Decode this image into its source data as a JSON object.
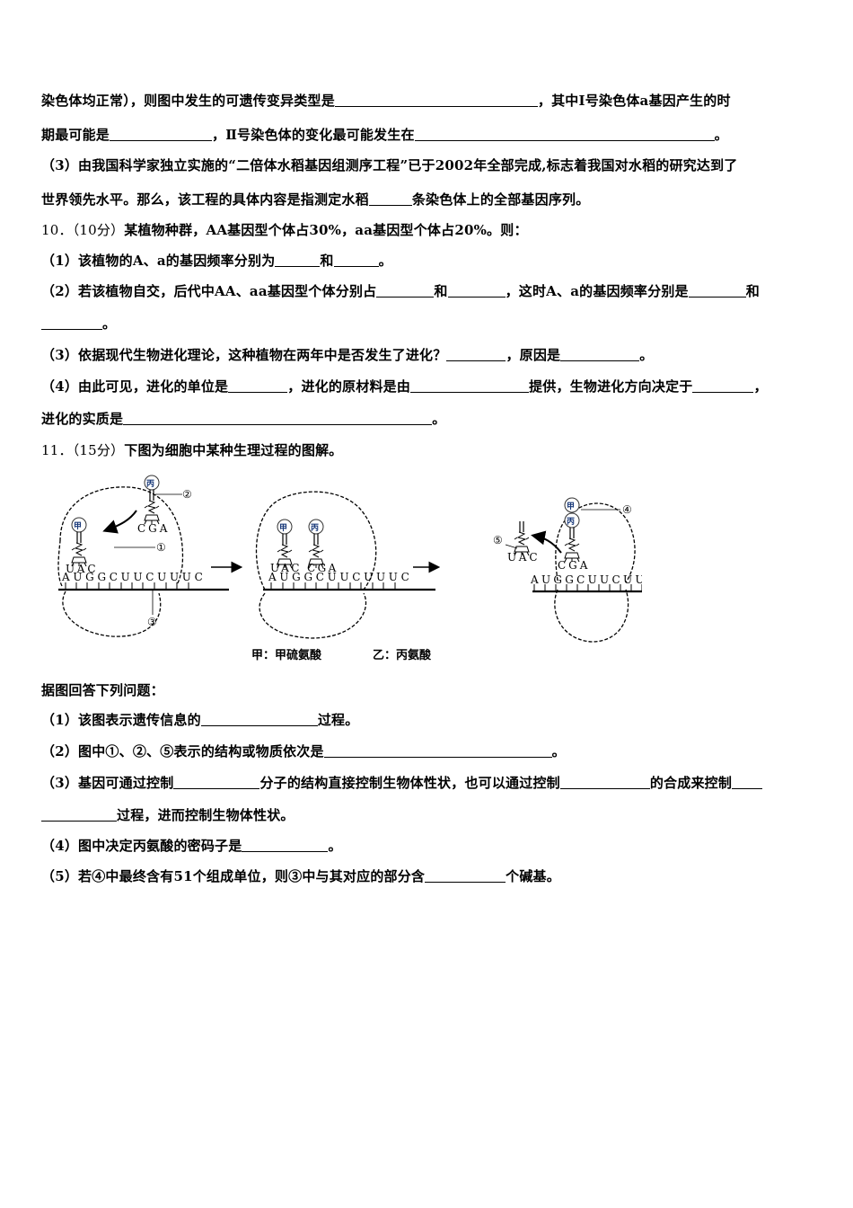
{
  "document": {
    "lines": [
      {
        "id": "l1",
        "parts": [
          "染色体均正常），则图中发生的可遗传变异类型是",
          "，其中Ⅰ号染色体a基因产生的时"
        ]
      },
      {
        "id": "l2",
        "parts": [
          "期最可能是",
          "，Ⅱ号染色体的变化最可能发生在",
          "。"
        ]
      },
      {
        "id": "l3",
        "text": "（3）由我国科学家独立实施的“二倍体水稻基因组测序工程”已于2002年全部完成,标志着我国对水稻的研究达到了"
      },
      {
        "id": "l4",
        "parts": [
          "世界领先水平。那么，该工程的具体内容是指测定水稻",
          "条染色体上的全部基因序列。"
        ]
      }
    ],
    "q10": {
      "number": "10．",
      "score": "（10分）",
      "stem": "某植物种群，AA基因型个体占30%，aa基因型个体占20%。则：",
      "sub1": [
        "（1）该植物的A、a的基因频率分别为",
        "和",
        "。"
      ],
      "sub2": [
        "（2）若该植物自交，后代中AA、aa基因型个体分别占",
        "和",
        "，这时A、a的基因频率分别是",
        "和"
      ],
      "sub2_end": "。",
      "sub3": [
        "（3）依据现代生物进化理论，这种植物在两年中是否发生了进化？",
        "，原因是",
        "。"
      ],
      "sub4": [
        "（4）由此可见，进化的单位是",
        "，进化的原材料是由",
        "提供，生物进化方向决定于",
        "，"
      ],
      "sub4_end": [
        "进化的实质是",
        "。"
      ]
    },
    "q11": {
      "number": "11．",
      "score": "（15分）",
      "stem": "下图为细胞中某种生理过程的图解。",
      "figure": {
        "panel1": {
          "trna_left_aa": "甲",
          "trna_left_anticodon": "UAC",
          "trna_incoming_aa": "丙",
          "trna_incoming_anticodon": "CGA",
          "mrna": "AUGGCUUCUUUC",
          "labels": [
            "①",
            "②",
            "③"
          ]
        },
        "panel2": {
          "trna_left_aa": "甲",
          "trna_right_aa": "丙",
          "anticodons": "UAC CGA",
          "mrna": "AUGGCUUCUUUC"
        },
        "panel3": {
          "chain_top": "甲",
          "chain_bottom": "丙",
          "released_anticodon": "UAC",
          "bound_anticodon": "CGA",
          "mrna": "AUGGCUUCUUUC",
          "labels": [
            "④",
            "⑤"
          ]
        },
        "legend": [
          "甲：甲硫氨酸",
          "乙：丙氨酸"
        ]
      },
      "intro": "据图回答下列问题：",
      "sub1": [
        "（1）该图表示遗传信息的",
        "过程。"
      ],
      "sub2": [
        "（2）图中①、②、⑤表示的结构或物质依次是",
        "。"
      ],
      "sub3": [
        "（3）基因可通过控制",
        "分子的结构直接控制生物体性状，也可以通过控制",
        "的合成来控制"
      ],
      "sub3_end": "过程，进而控制生物体性状。",
      "sub4": [
        "（4）图中决定丙氨酸的密码子是",
        "。"
      ],
      "sub5": [
        "（5）若④中最终含有51个组成单位，则③中与其对应的部分含",
        "个碱基。"
      ]
    }
  }
}
